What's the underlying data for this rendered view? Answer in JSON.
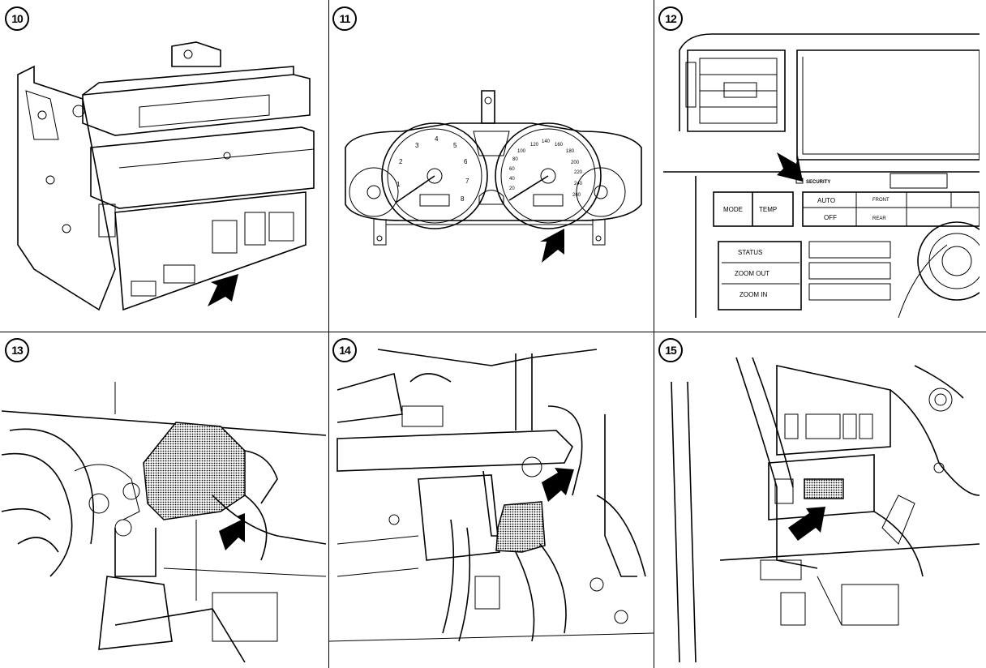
{
  "panels": [
    {
      "id": "p10",
      "number": "10",
      "description": "audio unit bracket"
    },
    {
      "id": "p11",
      "number": "11",
      "description": "combination meter"
    },
    {
      "id": "p12",
      "number": "12",
      "description": "center console control panel",
      "labels": {
        "security": "SECURITY",
        "mode": "MODE",
        "temp": "TEMP",
        "auto": "AUTO",
        "off": "OFF",
        "front": "FRONT",
        "rear": "REAR",
        "status": "STATUS",
        "zoom_out": "ZOOM OUT",
        "zoom_in": "ZOOM IN"
      }
    },
    {
      "id": "p13",
      "number": "13",
      "description": "under dash module"
    },
    {
      "id": "p14",
      "number": "14",
      "description": "steering column area"
    },
    {
      "id": "p15",
      "number": "15",
      "description": "lower dash switch panel"
    }
  ],
  "gauge": {
    "tach": [
      "1",
      "2",
      "3",
      "4",
      "5",
      "6",
      "7",
      "8"
    ],
    "speed": [
      "20",
      "40",
      "60",
      "80",
      "100",
      "120",
      "140",
      "160",
      "180",
      "200",
      "220",
      "240",
      "260"
    ]
  }
}
